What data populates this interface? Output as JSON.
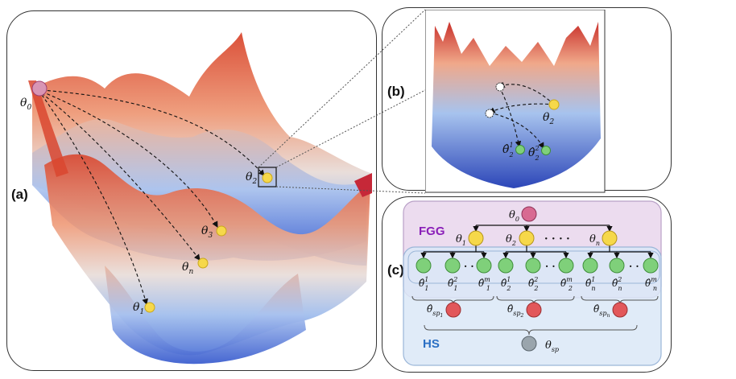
{
  "panel_labels": {
    "a": "(a)",
    "b": "(b)",
    "c": "(c)"
  },
  "landscape_points": {
    "start": "θ",
    "start_sub": "0",
    "p1": "θ",
    "p1_sub": "1",
    "p2": "θ",
    "p2_sub": "2",
    "p3": "θ",
    "p3_sub": "3",
    "pn": "θ",
    "pn_sub": "n"
  },
  "zoom_points": {
    "theta2": "θ",
    "theta2_sub": "2",
    "h21": "θ̂",
    "h21_sup": "1",
    "h21_sub": "2",
    "h22": "θ̂",
    "h22_sup": "2",
    "h22_sub": "2"
  },
  "tree": {
    "fgg_label": "FGG",
    "hs_label": "HS",
    "root": "θ",
    "root_sub": "0",
    "t1": "θ",
    "t1_sub": "1",
    "t2": "θ",
    "t2_sub": "2",
    "tn": "θ",
    "tn_sub": "n",
    "dots_top": "· · · ·",
    "dots_leaf": "· ·",
    "leaves": [
      {
        "base": "θ̂",
        "sup": "1",
        "sub": "1"
      },
      {
        "base": "θ̂",
        "sup": "2",
        "sub": "1"
      },
      {
        "base": "θ̂",
        "sup": "m",
        "sub": "1"
      },
      {
        "base": "θ̂",
        "sup": "1",
        "sub": "2"
      },
      {
        "base": "θ̂",
        "sup": "2",
        "sub": "2"
      },
      {
        "base": "θ̂",
        "sup": "m",
        "sub": "2"
      },
      {
        "base": "θ̂",
        "sup": "1",
        "sub": "n"
      },
      {
        "base": "θ̂",
        "sup": "2",
        "sub": "n"
      },
      {
        "base": "θ̂",
        "sup": "m",
        "sub": "n"
      }
    ],
    "sp": [
      {
        "base": "θ̂",
        "sub": "sp",
        "subsub": "1"
      },
      {
        "base": "θ̂",
        "sub": "sp",
        "subsub": "2"
      },
      {
        "base": "θ̂",
        "sub": "sp",
        "subsub": "n"
      }
    ],
    "final": "θ",
    "final_sub": "sp"
  },
  "colors": {
    "fgg_bg": "#ecdcef",
    "fgg_label": "#8a1fb8",
    "hs_bg": "#dbe8f7",
    "hs_label": "#2a6fc4",
    "node_root": "#d86a92",
    "node_yellow": "#f6d84a",
    "node_green": "#7fd07a",
    "node_red": "#e2575a",
    "node_gray": "#9aa5ad"
  }
}
